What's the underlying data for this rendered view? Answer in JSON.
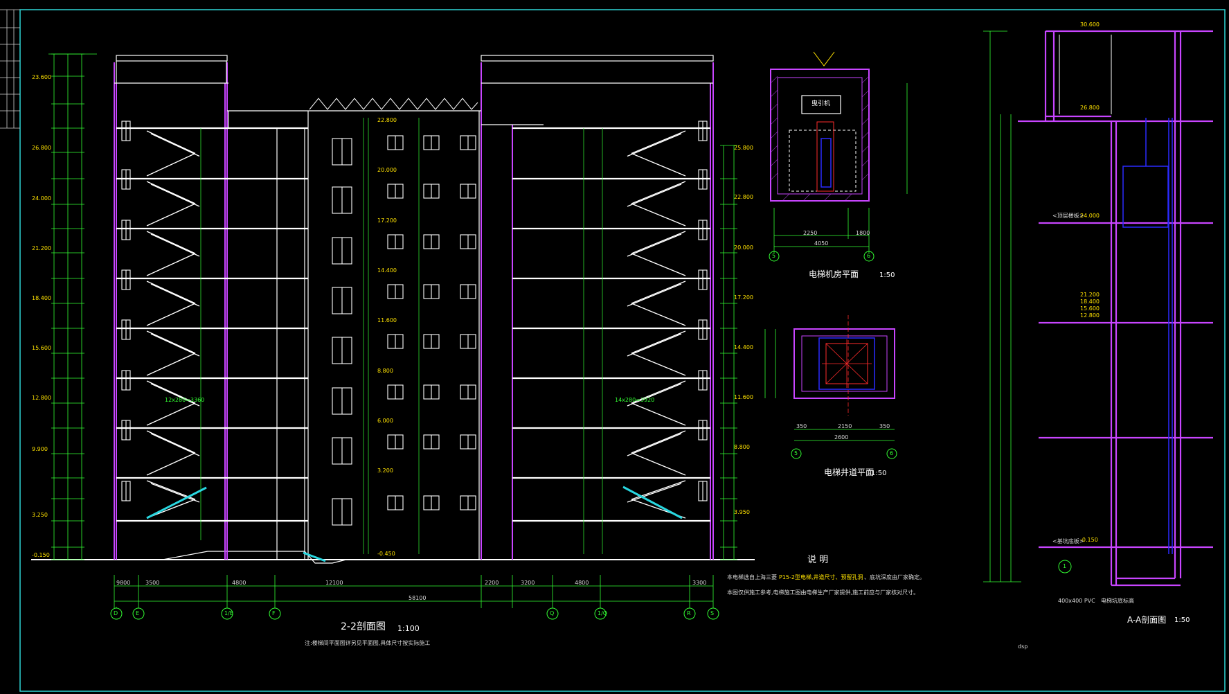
{
  "drawing": {
    "main_section_title": "2-2剖面图",
    "main_section_scale": "1:100",
    "main_section_note": "注:楼梯间平面图详另见平面图,具体尺寸按实际施工",
    "machine_room_title": "电梯机房平面",
    "machine_room_scale": "1:50",
    "shaft_plan_title": "电梯井道平面",
    "shaft_plan_scale": "1:50",
    "aa_section_title": "A-A剖面图",
    "aa_section_scale": "1:50",
    "notes_heading": "说 明",
    "notes_line1": "本电梯选自上海三菱",
    "notes_line1b": "P15-2型电梯,井道尺寸、预留孔洞",
    "notes_line1c": "、底坑深度由厂家确定。",
    "notes_line2": "本图仅供施工参考,电梯施工图由电梯生产厂家提供,施工前应与厂家核对尺寸。",
    "grid_axes_left": [
      "D",
      "E",
      "1/E",
      "F"
    ],
    "grid_axes_right": [
      "Q",
      "1/Q",
      "R",
      "S"
    ],
    "machine_axes": [
      "5",
      "6"
    ],
    "shaft_axes": [
      "5",
      "6"
    ],
    "aa_axis": "1",
    "elevations_left": [
      "23.600",
      "26.800",
      "24.000",
      "21.200",
      "18.400",
      "15.600",
      "12.800",
      "9.900",
      "3.250",
      "-0.150"
    ],
    "elevations_right": [
      "22.800",
      "20.000",
      "17.200",
      "14.400",
      "11.600",
      "8.800",
      "6.000",
      "3.200",
      "-0.450"
    ],
    "elevations_right_outer": [
      "25.800",
      "22.800",
      "20.000",
      "17.200",
      "14.400",
      "11.600",
      "8.800",
      "3.950"
    ],
    "aa_elevations": [
      "30.600",
      "26.800",
      "24.000",
      "21.200",
      "18.400",
      "15.600",
      "12.800",
      "-0.150"
    ],
    "machine_room_box": "曳引机",
    "aa_label_pit": "<基坑底板>",
    "aa_label_top": "<顶层楼板>",
    "aa_label_pit_bottom": "电梯坑底标高",
    "aa_label_buffer": "400x400 PVC",
    "machine_dims": [
      "2250",
      "1800",
      "4050"
    ],
    "shaft_dims": [
      "350",
      "2150",
      "350",
      "2600"
    ],
    "bottom_dims": [
      "9800",
      "3500",
      "4800",
      "12100",
      "2200",
      "3200",
      "4800",
      "3300"
    ],
    "total_dim": "58100",
    "stair_note_1": "12x280=3360",
    "stair_note_2": "14x280=3920",
    "stamp_text": "dsp"
  },
  "colors": {
    "background": "#000000",
    "frame": "#2fd6d6",
    "wall": "#c845ff",
    "line": "#ffffff",
    "dim": "#33ff33",
    "yellow": "#ffe200",
    "blue": "#2a2aff",
    "cyan": "#28d7e0",
    "red": "#ff2b2b"
  }
}
